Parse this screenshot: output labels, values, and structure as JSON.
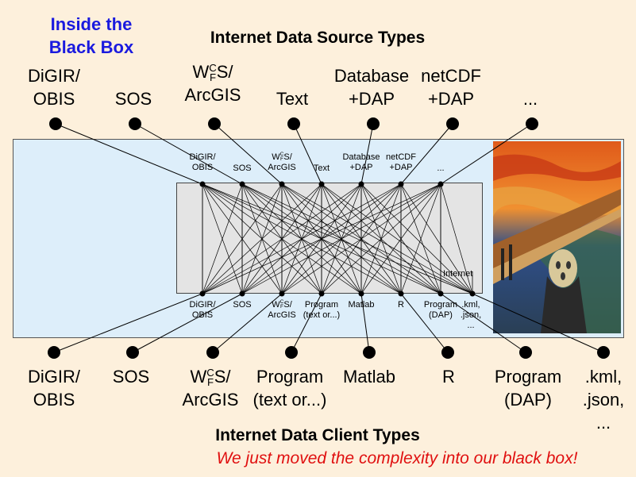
{
  "black_box_title": [
    "Inside the",
    "Black Box"
  ],
  "source_title": "Internet Data Source Types",
  "client_title": "Internet Data Client Types",
  "footer_note": "We just moved the complexity into our black box!",
  "internet_label": "Internet",
  "sources": [
    {
      "line1": "DiGIR/",
      "line2": "OBIS"
    },
    {
      "line1": "SOS",
      "line2": ""
    },
    {
      "line1": "WCFS/",
      "line2": "ArcGIS",
      "wfs": true
    },
    {
      "line1": "Text",
      "line2": ""
    },
    {
      "line1": "Database",
      "line2": "+DAP"
    },
    {
      "line1": "netCDF",
      "line2": "+DAP"
    },
    {
      "line1": "...",
      "line2": ""
    }
  ],
  "clients": [
    {
      "line1": "DiGIR/",
      "line2": "OBIS",
      "line3": ""
    },
    {
      "line1": "SOS",
      "line2": "",
      "line3": ""
    },
    {
      "line1": "WCFS/",
      "line2": "ArcGIS",
      "line3": "",
      "wfs": true
    },
    {
      "line1": "Program",
      "line2": "(text or...)",
      "line3": ""
    },
    {
      "line1": "Matlab",
      "line2": "",
      "line3": ""
    },
    {
      "line1": "R",
      "line2": "",
      "line3": ""
    },
    {
      "line1": "Program",
      "line2": "(DAP)",
      "line3": ""
    },
    {
      "line1": ".kml,",
      "line2": ".json,",
      "line3": "..."
    }
  ],
  "colors": {
    "title_blue": "#1a1adf",
    "footer_red": "#e01010",
    "box_fill": "#ddeefa",
    "inner_fill": "#e4e4e4",
    "background": "#fdf0dc"
  }
}
